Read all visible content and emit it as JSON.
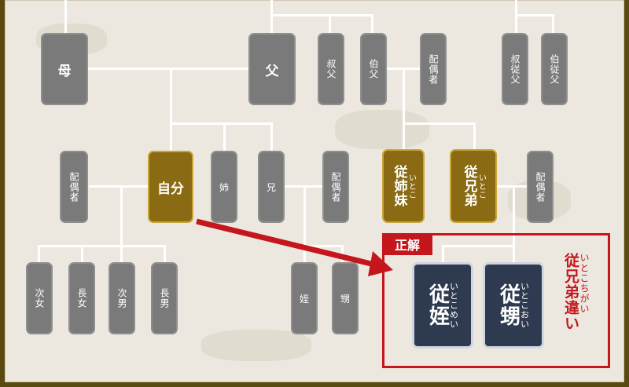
{
  "diagram": {
    "top_row": {
      "mother": "母",
      "father": "父",
      "uncle_younger": "叔父",
      "uncle_elder": "伯父",
      "spouse": "配偶者",
      "parents_cousin_younger": "叔従父",
      "parents_cousin_elder": "伯従父"
    },
    "middle_row": {
      "spouse_left": "配偶者",
      "self": "自分",
      "elder_sister": "姉",
      "elder_brother": "兄",
      "spouse_mid": "配偶者",
      "female_cousin": {
        "ruby": "いとこ",
        "text": "従姉妹"
      },
      "male_cousin": {
        "ruby": "いとこ",
        "text": "従兄弟"
      },
      "spouse_right": "配偶者"
    },
    "bottom_row": {
      "second_daughter": "次女",
      "eldest_daughter": "長女",
      "second_son": "次男",
      "eldest_son": "長男",
      "niece": "姪",
      "nephew": "甥"
    },
    "answer": {
      "tag": "正解",
      "niece_cousin": {
        "ruby": "いとこめい",
        "text": "従姪"
      },
      "nephew_cousin": {
        "ruby": "いとこおい",
        "text": "従甥"
      },
      "annotation": {
        "ruby": "いとこちがい",
        "text": "従兄弟違い"
      }
    }
  },
  "colors": {
    "outer_frame": "#5a4a10",
    "paper": "#ece8e0",
    "gray_box": "#7a7a7a",
    "gold_box": "#8a6a12",
    "navy_box": "#2e3a4f",
    "accent_red": "#c4161c",
    "connector": "#ffffff"
  }
}
